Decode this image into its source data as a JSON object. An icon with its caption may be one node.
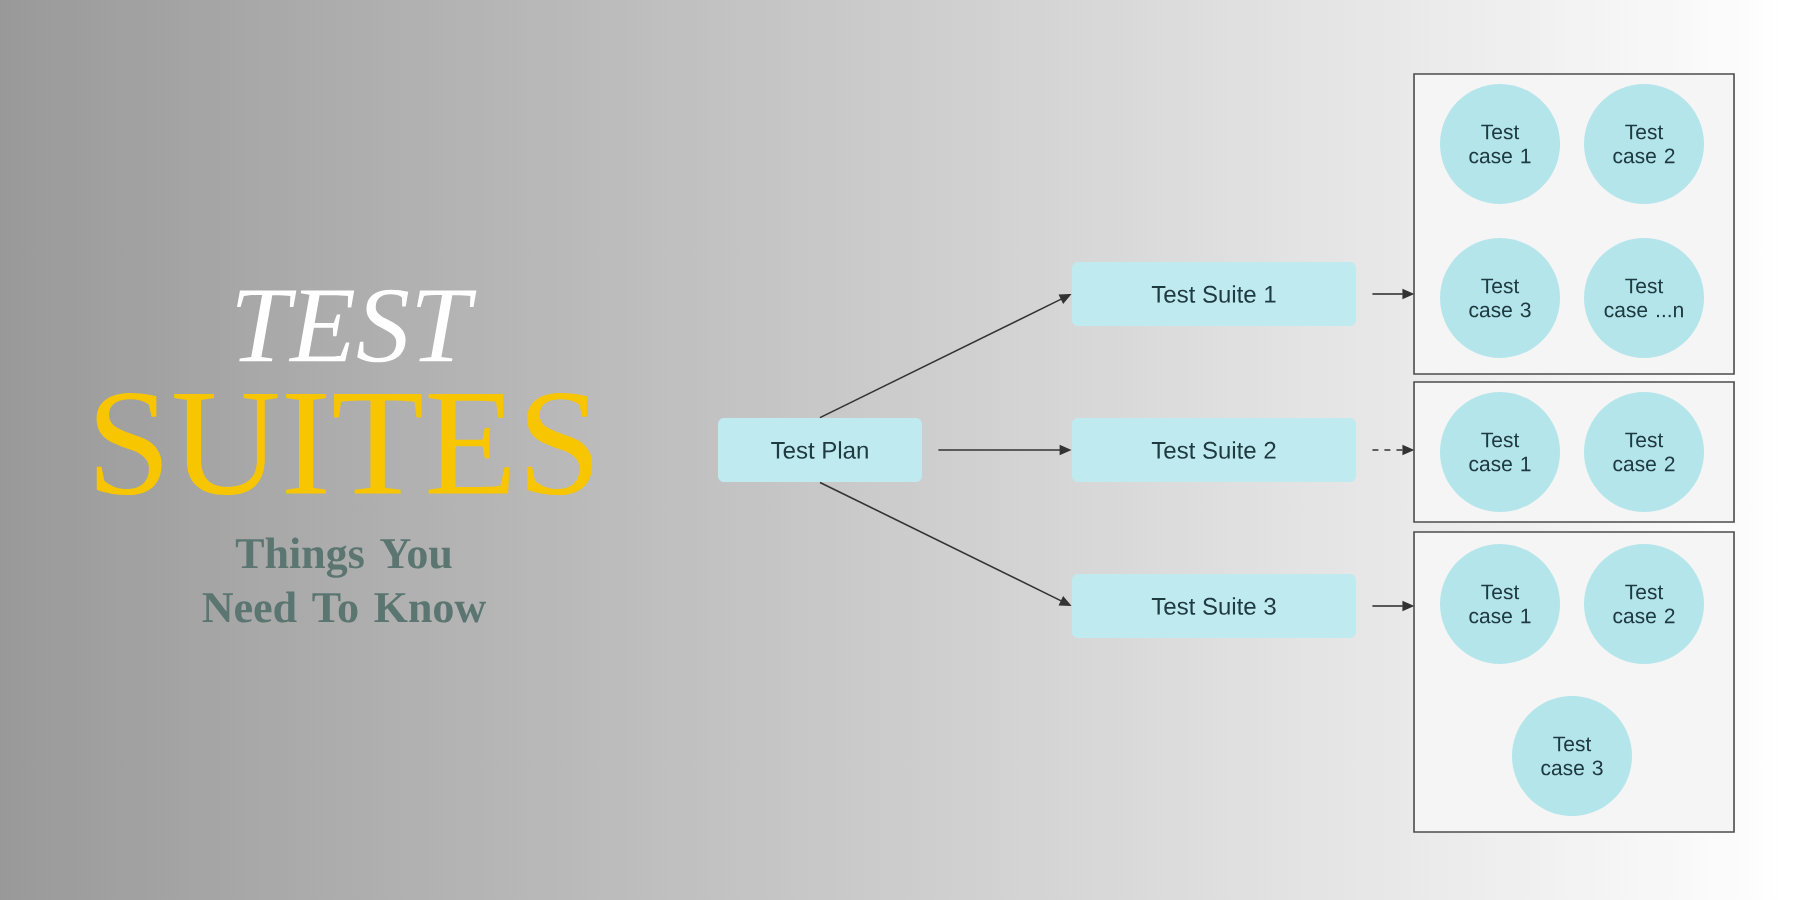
{
  "diagram": {
    "nodes": [
      {
        "text": [
          "Test Plan"
        ]
      },
      {
        "text": [
          "Test Suite 1"
        ]
      },
      {
        "text": [
          "Test Suite 2"
        ]
      },
      {
        "text": [
          "Test Suite 3"
        ]
      },
      {
        "text": [],
        "shape": "box"
      },
      {
        "text": [
          "Test case 1"
        ],
        "in": 4
      },
      {
        "text": [
          "Test case 2"
        ],
        "in": 4
      },
      {
        "text": [
          "Test case 3"
        ],
        "in": 4
      },
      {
        "text": [
          "Test case ...n"
        ],
        "in": 4
      },
      {
        "text": [],
        "shape": "box"
      },
      {
        "text": [
          "Test case 1"
        ],
        "in": 9
      },
      {
        "text": [
          "Test case 2"
        ],
        "in": 9
      },
      {
        "text": [],
        "shape": "box"
      },
      {
        "text": [
          "Test case 1"
        ],
        "in": 12
      },
      {
        "text": [
          "Test case 2"
        ],
        "in": 12
      },
      {
        "text": [
          "Test case 3"
        ],
        "in": 12
      }
    ],
    "edges": [
      {
        "from": 0,
        "to": 1,
        "arrow": "to"
      },
      {
        "from": 0,
        "to": 2,
        "arrow": "to"
      },
      {
        "from": 0,
        "to": 3,
        "arrow": "to"
      },
      {
        "from": 1,
        "to": 4,
        "arrow": "to"
      },
      {
        "from": 2,
        "to": 9,
        "arrow": "to",
        "style": "dashed"
      },
      {
        "from": 3,
        "to": 12,
        "arrow": "to"
      }
    ],
    "labels": [
      "TEST",
      "SUITES",
      "Things You Need To Know"
    ]
  }
}
